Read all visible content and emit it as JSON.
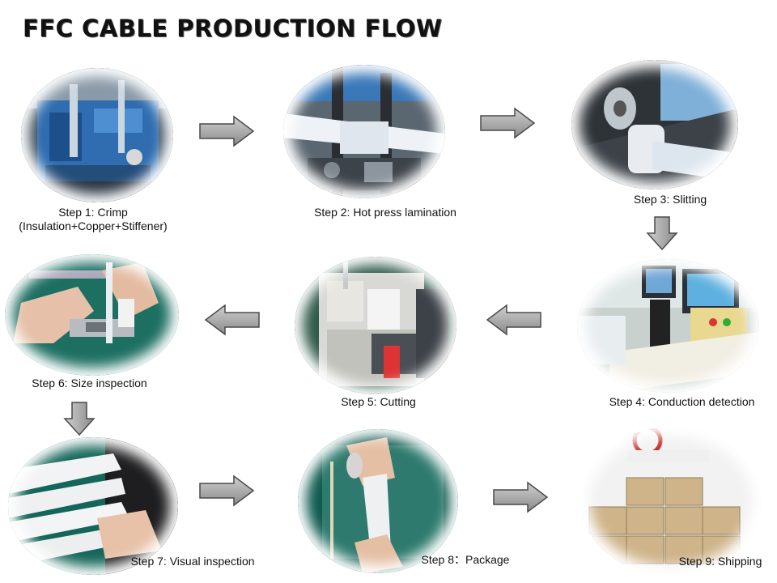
{
  "title": "FFC CABLE PRODUCTION FLOW",
  "steps": [
    {
      "label": "Step 1: Crimp",
      "sublabel": "(Insulation+Copper+Stiffener)"
    },
    {
      "label": "Step 2: Hot press lamination"
    },
    {
      "label": "Step 3: Slitting"
    },
    {
      "label": "Step 4: Conduction detection"
    },
    {
      "label": "Step 5: Cutting"
    },
    {
      "label": "Step 6: Size inspection"
    },
    {
      "label": "Step 7: Visual inspection"
    },
    {
      "label": "Step 8：Package"
    },
    {
      "label": "Step 9: Shipping"
    }
  ],
  "arrows": [
    "right",
    "right",
    "down",
    "left",
    "left",
    "down",
    "right",
    "right"
  ],
  "colors": {
    "arrow_fill": "#8a8a8a",
    "arrow_stroke": "#4a4a4a",
    "title": "#111111"
  }
}
